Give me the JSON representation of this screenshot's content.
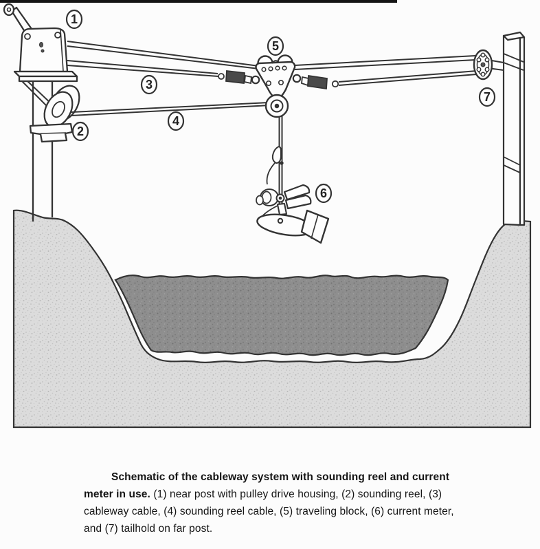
{
  "diagram": {
    "labels": [
      "1",
      "2",
      "3",
      "4",
      "5",
      "6",
      "7"
    ]
  },
  "caption": {
    "lead": "Schematic of the cableway system with sounding reel and current meter in use.",
    "rest": "(1) near post with pulley drive housing, (2) sounding reel, (3) cableway cable, (4) sounding reel cable, (5) traveling block, (6) current meter, and (7) tailhold on far post."
  },
  "colors": {
    "background": "#fcfcfc",
    "ground": "#dcdcdc",
    "ground_speckle": "#bdbdbd",
    "water": "#8e8e8e",
    "water_speckle": "#747474",
    "line": "#333333",
    "text": "#141414"
  }
}
